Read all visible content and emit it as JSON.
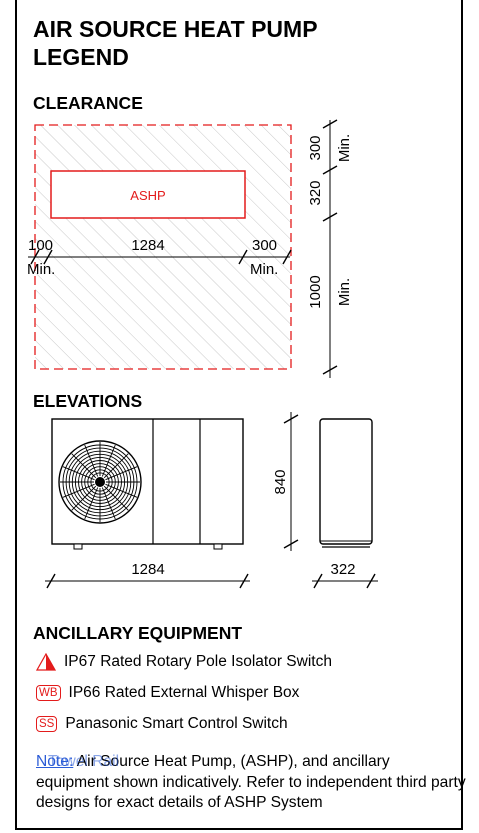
{
  "title": "AIR SOURCE HEAT PUMP\nLEGEND",
  "sections": {
    "clearance": "CLEARANCE",
    "elevations": "ELEVATIONS",
    "ancillary": "ANCILLARY EQUIPMENT"
  },
  "clearance_diagram": {
    "unit_label": "ASHP",
    "dims": {
      "top": "300",
      "side_middle": "320",
      "bottom": "1000",
      "left": "100",
      "width": "1284",
      "right": "300",
      "min": "Min."
    }
  },
  "elevations_diagram": {
    "front_width": "1284",
    "height": "840",
    "depth": "322"
  },
  "legend": [
    {
      "symbol": "triangle",
      "text": "IP67 Rated Rotary Pole Isolator Switch"
    },
    {
      "symbol": "WB",
      "text": "IP66 Rated External Whisper Box"
    },
    {
      "symbol": "SS",
      "text": "Panasonic Smart Control Switch"
    }
  ],
  "note": {
    "label": "Note:",
    "overlay": "Towel Rail",
    "text": " Air Source Heat Pump, (ASHP), and ancillary equipment shown indicatively. Refer to independent third party designs for exact details of ASHP System"
  },
  "colors": {
    "accent": "#e31b1b",
    "link": "#2b5cd6",
    "line": "#000000",
    "hatch": "#c8c8c8"
  }
}
